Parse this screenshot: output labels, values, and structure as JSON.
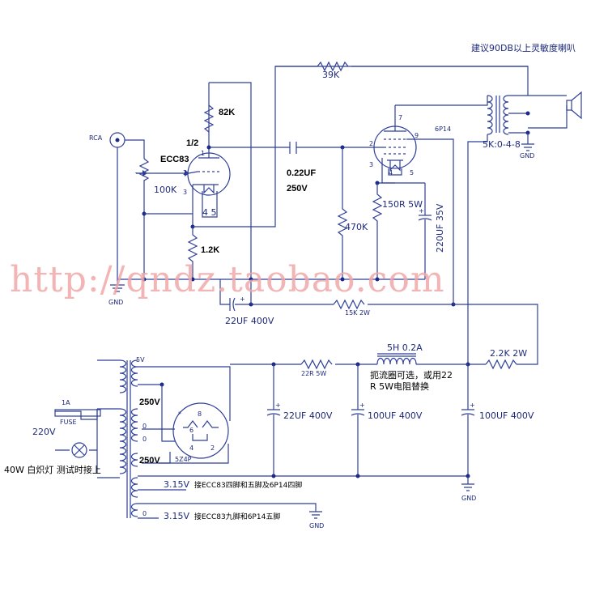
{
  "labels": {
    "speaker_note": "建议90DB以上灵敏度喇叭",
    "r_feedback": "39K",
    "r_plate": "82K",
    "half": "1/2",
    "tube1": "ECC83",
    "rca": "RCA",
    "pot": "100K",
    "cap_coupling": "0.22UF",
    "cap_coupling_v": "250V",
    "r_grid": "470K",
    "r_cathode": "1.2K",
    "tube2": "6P14",
    "out_tx": "5K:0-4-8",
    "r_cathode2": "150R 5W",
    "cap_cathode2": "220UF 35V",
    "cap_decouple": "22UF 400V",
    "r_decouple": "15K 2W",
    "r_filter1": "22R 5W",
    "choke": "5H 0.2A",
    "choke_note_1": "扼流圈可选，或用22",
    "choke_note_2": "R 5W电阻替换",
    "r_filter2": "2.2K 2W",
    "cap_filter1": "22UF 400V",
    "cap_filter2": "100UF 400V",
    "cap_filter3": "100UF 400V",
    "v_5": "5V",
    "v_250a": "250V",
    "v_250b": "250V",
    "rect": "5Z4P",
    "fuse_rating": "1A",
    "fuse": "FUSE",
    "mains": "220V",
    "lamp_note": "40W 白炽灯 测试时接上",
    "h1_v": "3.15V",
    "h1_note": "接ECC83四脚和五脚及6P14四脚",
    "h2_v": "3.15V",
    "h2_note": "接ECC83九脚和6P14五脚",
    "gnd": "GND",
    "pin_1": "1",
    "pin_2": "2",
    "pin_3": "3",
    "pin_45": "4 5",
    "pin_7": "7",
    "pin_9": "9",
    "pin_4": "4",
    "pin_5": "5",
    "pin_0": "0",
    "rect_pin_8": "8",
    "rect_pin_6": "6",
    "rect_pin_4": "4",
    "rect_pin_2": "2",
    "rect_star": "*",
    "watermark": "http://qndz.taobao.com"
  }
}
